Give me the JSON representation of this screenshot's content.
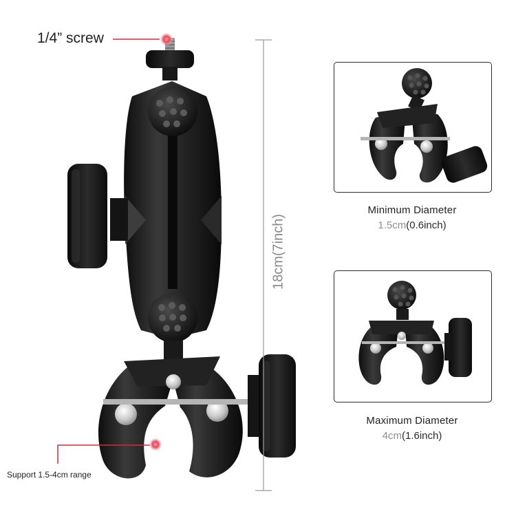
{
  "product": {
    "screw_label": "1/4” screw",
    "range_label": "Support 1.5-4cm range",
    "height_label": "18cm(7inch)"
  },
  "panels": [
    {
      "title": "Minimum Diameter",
      "value_metric": "1.5cm",
      "value_inch": "(0.6inch)"
    },
    {
      "title": "Maximum Diameter",
      "value_metric": "4cm",
      "value_inch": "(1.6inch)"
    }
  ],
  "colors": {
    "callout_red": "#d9283a",
    "metal_black": "#1b1b1b",
    "dimension_gray": "#8a8a8a"
  }
}
